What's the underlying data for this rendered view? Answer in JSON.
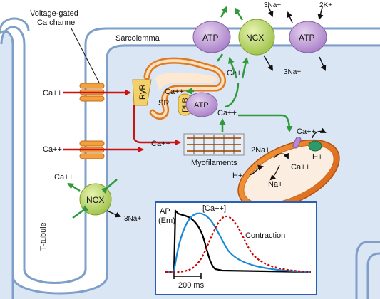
{
  "labels": {
    "voltage_gated": "Voltage-gated",
    "ca_channel": "Ca channel",
    "sarcolemma": "Sarcolemma",
    "t_tubule": "T-tubule",
    "sr": "SR",
    "ryr": "RyR",
    "plb": "PLB",
    "atp": "ATP",
    "ncx": "NCX",
    "myofilaments": "Myofilaments",
    "ca": "Ca++",
    "na": "Na+",
    "three_na": "3Na+",
    "two_na": "2Na+",
    "two_k": "2K+",
    "h": "H+"
  },
  "inset": {
    "ap_label": "AP",
    "em_label": "(Em)",
    "ca_label": "[Ca++]",
    "contraction_label": "Contraction",
    "scale_label": "200 ms"
  },
  "colors": {
    "cell_fill": "#d6e4f5",
    "membrane": "#7f9fc9",
    "ca_flux": "#cc1111",
    "na_k_flux": "#2e9a3a",
    "atp_fill": "#c9a8de",
    "ncx_fill": "#c8e07a",
    "sr_orange": "#f2a040",
    "mito_fill": "#e87d28",
    "ap_trace": "#000000",
    "ca_trace": "#1a8ad8",
    "contraction_trace": "#cc0000"
  }
}
